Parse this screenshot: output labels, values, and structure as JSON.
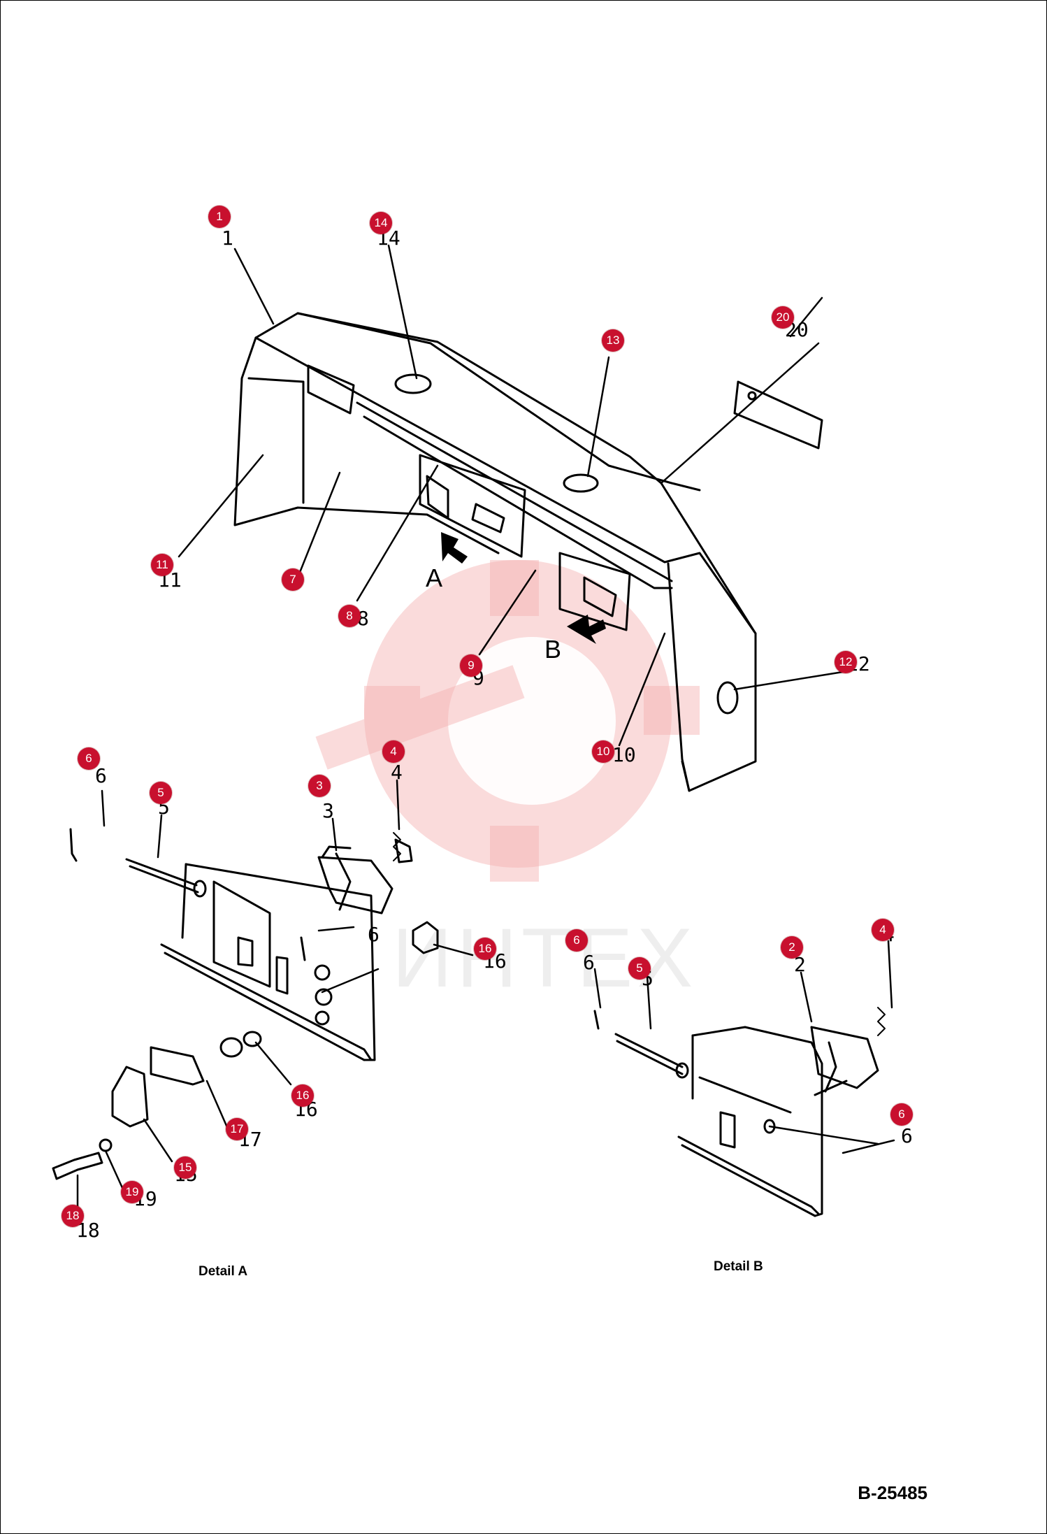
{
  "document_code": "B-25485",
  "detail_labels": {
    "a": "Detail A",
    "b": "Detail B"
  },
  "view_arrows": {
    "a": "A",
    "b": "B"
  },
  "watermark": {
    "text": "ИНТЕХ",
    "color": "#f2a0a0"
  },
  "accent_color": "#c8102e",
  "callouts": [
    {
      "id": "c1",
      "number": "1"
    },
    {
      "id": "c14",
      "number": "14"
    },
    {
      "id": "c20",
      "number": "20"
    },
    {
      "id": "c13",
      "number": "13"
    },
    {
      "id": "c11",
      "number": "11"
    },
    {
      "id": "c7",
      "number": "7"
    },
    {
      "id": "c8",
      "number": "8"
    },
    {
      "id": "c9",
      "number": "9"
    },
    {
      "id": "c12",
      "number": "12"
    },
    {
      "id": "c10",
      "number": "10"
    },
    {
      "id": "c6a",
      "number": "6"
    },
    {
      "id": "c5a",
      "number": "5"
    },
    {
      "id": "c3",
      "number": "3"
    },
    {
      "id": "c4a",
      "number": "4"
    },
    {
      "id": "c16a",
      "number": "16"
    },
    {
      "id": "c16b",
      "number": "16"
    },
    {
      "id": "c17",
      "number": "17"
    },
    {
      "id": "c15",
      "number": "15"
    },
    {
      "id": "c19",
      "number": "19"
    },
    {
      "id": "c18",
      "number": "18"
    },
    {
      "id": "c6b",
      "number": "6"
    },
    {
      "id": "c5b",
      "number": "5"
    },
    {
      "id": "c2",
      "number": "2"
    },
    {
      "id": "c4b",
      "number": "4"
    },
    {
      "id": "c6c",
      "number": "6"
    }
  ],
  "printed_numbers": [
    "1",
    "14",
    "20",
    "11",
    "8",
    "9",
    "10",
    "12",
    "6",
    "5",
    "3",
    "4",
    "6",
    "16",
    "16",
    "17",
    "15",
    "19",
    "18",
    "6",
    "5",
    "2",
    "4",
    "6"
  ]
}
